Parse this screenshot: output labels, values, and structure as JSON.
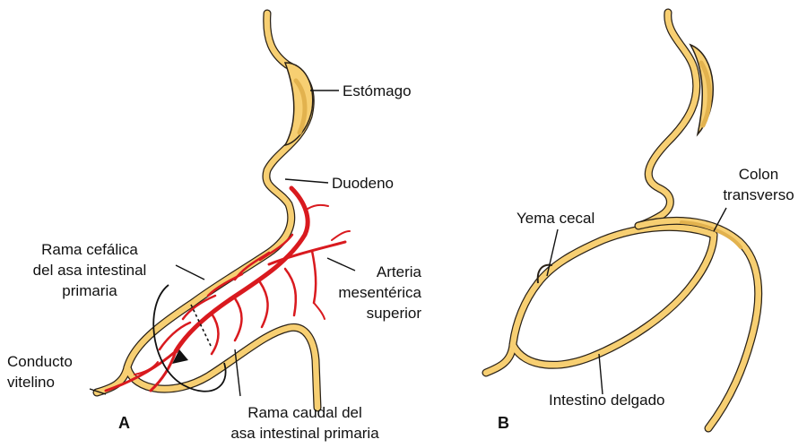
{
  "colors": {
    "gut": "#f7cf72",
    "gut_shade": "#e2b24e",
    "outline": "#2a2218",
    "artery": "#d91a1f"
  },
  "panel_a": {
    "panel_label": "A",
    "labels": {
      "estomago": "Estómago",
      "duodeno": "Duodeno",
      "rama_cefalica": [
        "Rama cefálica",
        "del asa intestinal",
        "primaria"
      ],
      "arteria": [
        "Arteria",
        "mesentérica",
        "superior"
      ],
      "conducto": [
        "Conducto",
        "vitelino"
      ],
      "rama_caudal": [
        "Rama caudal del",
        "asa intestinal primaria"
      ]
    }
  },
  "panel_b": {
    "panel_label": "B",
    "labels": {
      "yema_cecal": "Yema cecal",
      "colon": [
        "Colon",
        "transverso"
      ],
      "intestino": "Intestino delgado"
    }
  }
}
